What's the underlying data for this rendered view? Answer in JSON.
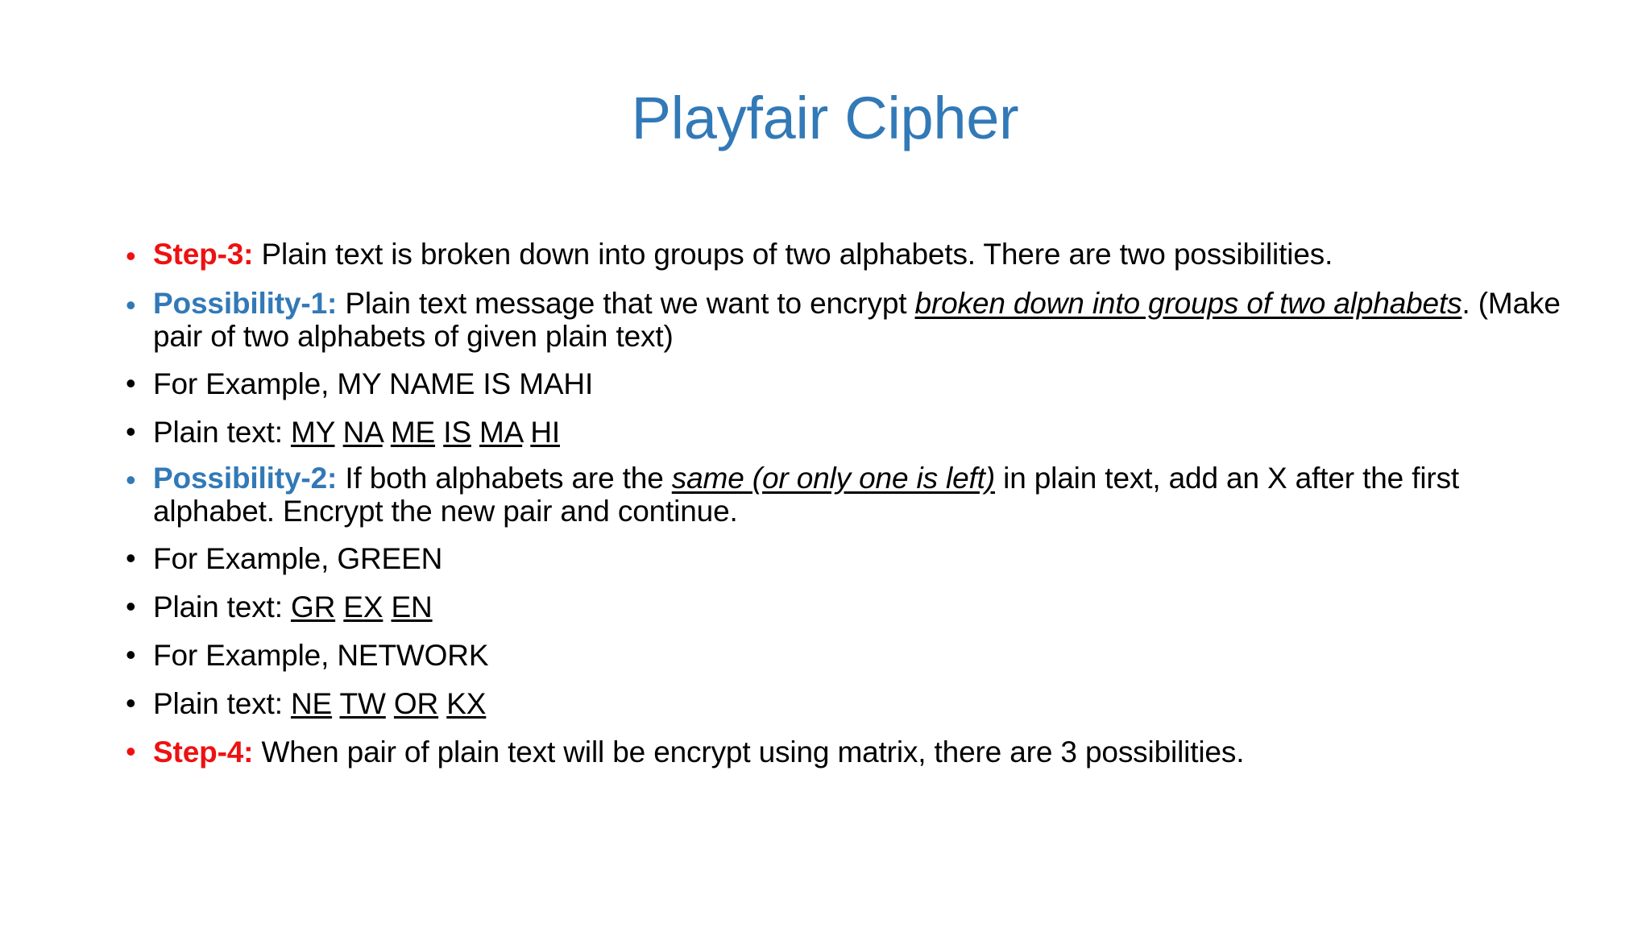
{
  "slide": {
    "title": "Playfair Cipher",
    "title_color": "#3279b7",
    "accent_red": "#ee1111",
    "accent_blue": "#3279b7",
    "background": "#ffffff"
  },
  "bullets": {
    "step3": {
      "bullet_color": "#ee1111",
      "lead": "Step-3:",
      "rest": " Plain text is broken down into groups of two alphabets. There are two possibilities."
    },
    "possibility1": {
      "bullet_color": "#3279b7",
      "lead": "Possibility-1:",
      "part1": " Plain text message that we want to encrypt ",
      "emphasis1": "broken down into groups of two alphabets",
      "part2": ". (Make pair of two alphabets of given plain text)"
    },
    "example1": {
      "bullet_color": "#000000",
      "text": "For Example, MY NAME IS MAHI"
    },
    "plaintext1": {
      "bullet_color": "#000000",
      "label": "Plain text: ",
      "pairs": [
        "MY",
        "NA",
        "ME",
        "IS",
        "MA",
        "HI"
      ]
    },
    "possibility2": {
      "bullet_color": "#3279b7",
      "lead": "Possibility-2:",
      "part1": " If both alphabets are the ",
      "emphasis1": "same (or only one is left)",
      "part2": " in plain text, add an X after the first alphabet. Encrypt the new pair and continue."
    },
    "example2": {
      "bullet_color": "#000000",
      "text": "For Example, GREEN"
    },
    "plaintext2": {
      "bullet_color": "#000000",
      "label": "Plain text: ",
      "pairs": [
        "GR",
        "EX",
        "EN"
      ]
    },
    "example3": {
      "bullet_color": "#000000",
      "text": "For Example, NETWORK"
    },
    "plaintext3": {
      "bullet_color": "#000000",
      "label": "Plain text: ",
      "pairs": [
        "NE",
        "TW",
        "OR",
        "KX"
      ]
    },
    "step4": {
      "bullet_color": "#ee1111",
      "lead": "Step-4:",
      "rest": " When pair of plain text will be encrypt using matrix, there are 3 possibilities."
    }
  },
  "icons": {
    "bullet_glyph": "•"
  }
}
